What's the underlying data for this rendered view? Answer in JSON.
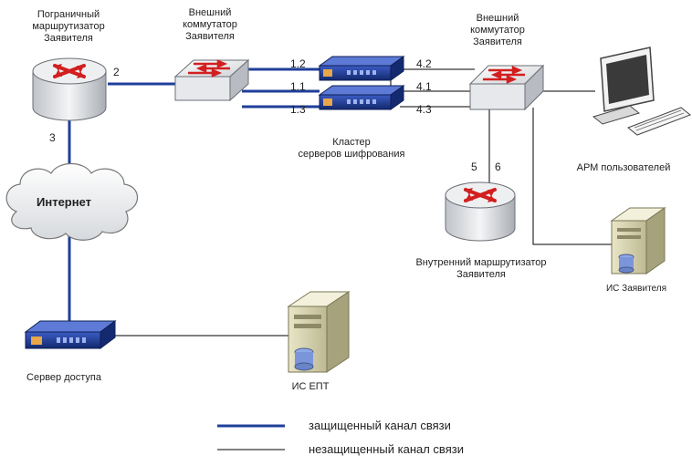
{
  "nodes": {
    "border_router": {
      "label_lines": [
        "Пограничный",
        "маршрутизатор",
        "Заявителя"
      ]
    },
    "ext_switch_left": {
      "label_lines": [
        "Внешний",
        "коммутатор",
        "Заявителя"
      ]
    },
    "ext_switch_right": {
      "label_lines": [
        "Внешний",
        "коммутатор",
        "Заявителя"
      ]
    },
    "cluster": {
      "label_lines": [
        "Кластер",
        "серверов шифрования"
      ]
    },
    "workstation": {
      "label": "АРМ пользователей"
    },
    "internal_router": {
      "label_lines": [
        "Внутренний маршрутизатор",
        "Заявителя"
      ]
    },
    "is_applicant": {
      "label": "ИС Заявителя"
    },
    "internet": {
      "label": "Интернет"
    },
    "access_server": {
      "label": "Сервер доступа"
    },
    "is_ept": {
      "label": "ИС ЕПТ"
    }
  },
  "ports": {
    "p2": "2",
    "p3": "3",
    "p12": "1.2",
    "p11": "1.1",
    "p13": "1.3",
    "p42": "4.2",
    "p41": "4.1",
    "p43": "4.3",
    "p5": "5",
    "p6": "6"
  },
  "legend": {
    "secure": "защищенный канал связи",
    "insecure": "незащищенный канал связи"
  },
  "colors": {
    "secure_line": "#1f3f9a",
    "insecure_line": "#000000",
    "router_arrows": "#d21f1f",
    "device_blue": "#1e3c96"
  }
}
